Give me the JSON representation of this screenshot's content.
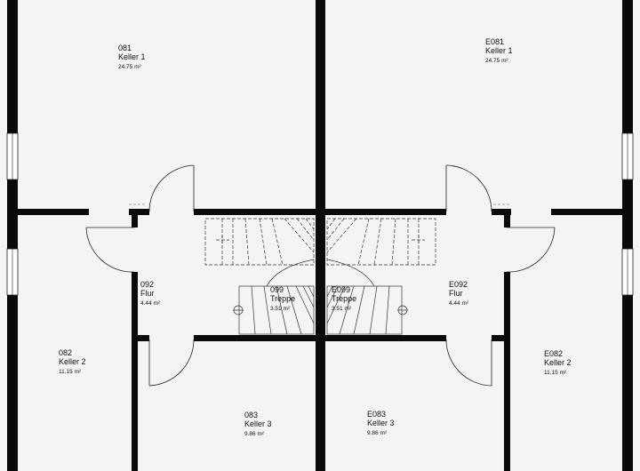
{
  "rooms": {
    "r081": {
      "number": "081",
      "name": "Keller 1",
      "area": "24.75 m²"
    },
    "re081": {
      "number": "E081",
      "name": "Keller 1",
      "area": "24.75 m²"
    },
    "r092": {
      "number": "092",
      "name": "Flur",
      "area": "4.44 m²"
    },
    "re092": {
      "number": "E092",
      "name": "Flur",
      "area": "4.44 m²"
    },
    "r099": {
      "number": "099",
      "name": "Treppe",
      "area": "3.51 m²"
    },
    "re099": {
      "number": "E099",
      "name": "Treppe",
      "area": "3.51 m²"
    },
    "r082": {
      "number": "082",
      "name": "Keller 2",
      "area": "11.15 m²"
    },
    "re082": {
      "number": "E082",
      "name": "Keller 2",
      "area": "11.15 m²"
    },
    "r083": {
      "number": "083",
      "name": "Keller 3",
      "area": "9.86 m²"
    },
    "re083": {
      "number": "E083",
      "name": "Keller 3",
      "area": "9.86 m²"
    }
  },
  "colors": {
    "wall": "#0a0a0a",
    "floor": "#f4f4f4",
    "line": "#222222"
  }
}
